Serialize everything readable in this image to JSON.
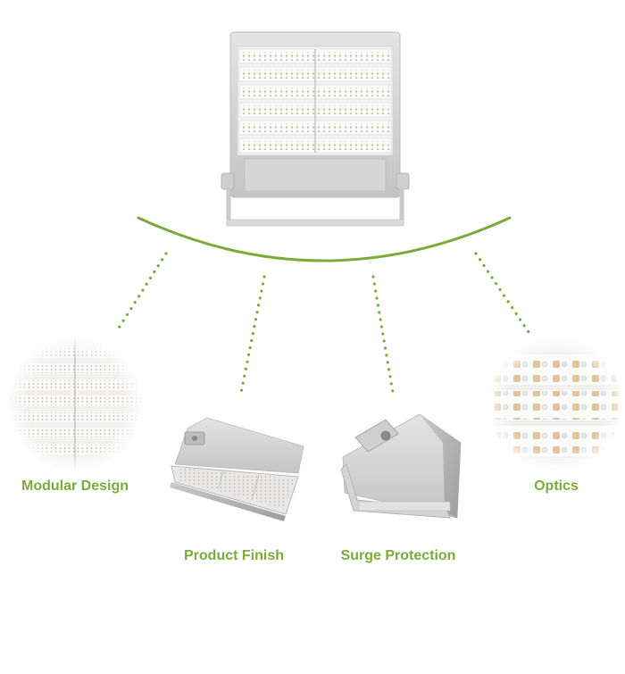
{
  "accent_color": "#7aab3a",
  "features": [
    {
      "id": "modular",
      "label": "Modular Design",
      "image_icon": "floodlight-led-modules-closeup-icon"
    },
    {
      "id": "finish",
      "label": "Product Finish",
      "image_icon": "floodlight-angled-housing-icon"
    },
    {
      "id": "surge",
      "label": "Surge Protection",
      "image_icon": "floodlight-bracket-side-icon"
    },
    {
      "id": "optics",
      "label": "Optics",
      "image_icon": "led-lens-closeup-icon"
    }
  ],
  "hero": {
    "image_icon": "led-floodlight-fixture-icon"
  }
}
